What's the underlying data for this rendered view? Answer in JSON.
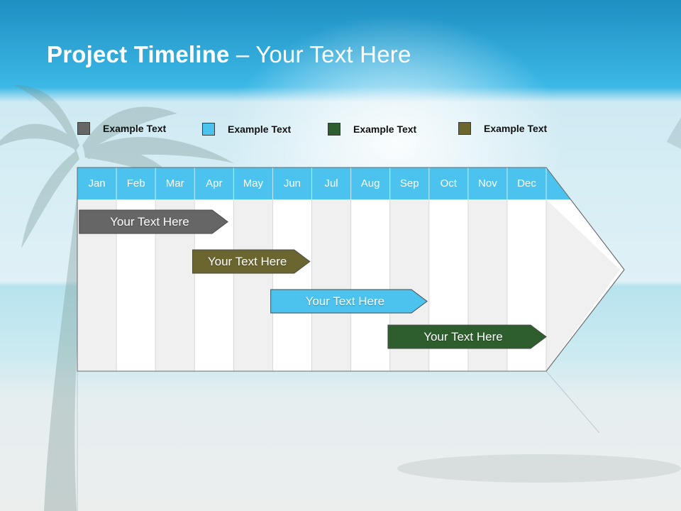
{
  "title": {
    "bold": "Project Timeline",
    "rest": " – Your Text Here"
  },
  "legend": [
    {
      "label": "Example Text",
      "color": "#666666"
    },
    {
      "label": "Example Text",
      "color": "#4cc3ee"
    },
    {
      "label": "Example Text",
      "color": "#2e5e2e"
    },
    {
      "label": "Example Text",
      "color": "#6b6630"
    }
  ],
  "months": [
    "Jan",
    "Feb",
    "Mar",
    "Apr",
    "May",
    "Jun",
    "Jul",
    "Aug",
    "Sep",
    "Oct",
    "Nov",
    "Dec"
  ],
  "tasks": [
    {
      "label": "Your  Text Here",
      "start_month": 0.05,
      "end_month": 3.85,
      "color": "#666666"
    },
    {
      "label": "Your  Text Here",
      "start_month": 2.95,
      "end_month": 5.95,
      "color": "#6b6630"
    },
    {
      "label": "Your  Text Here",
      "start_month": 4.95,
      "end_month": 8.95,
      "color": "#4cc3ee"
    },
    {
      "label": "Your  Text Here",
      "start_month": 7.95,
      "end_month": 12.0,
      "color": "#2e5e2e"
    }
  ],
  "colors": {
    "header": "#4cc3ee",
    "sky_top": "#1f8fc2",
    "sky": "#3bb8e6",
    "sea": "#bfe6f0",
    "sand": "#e9ecec"
  }
}
